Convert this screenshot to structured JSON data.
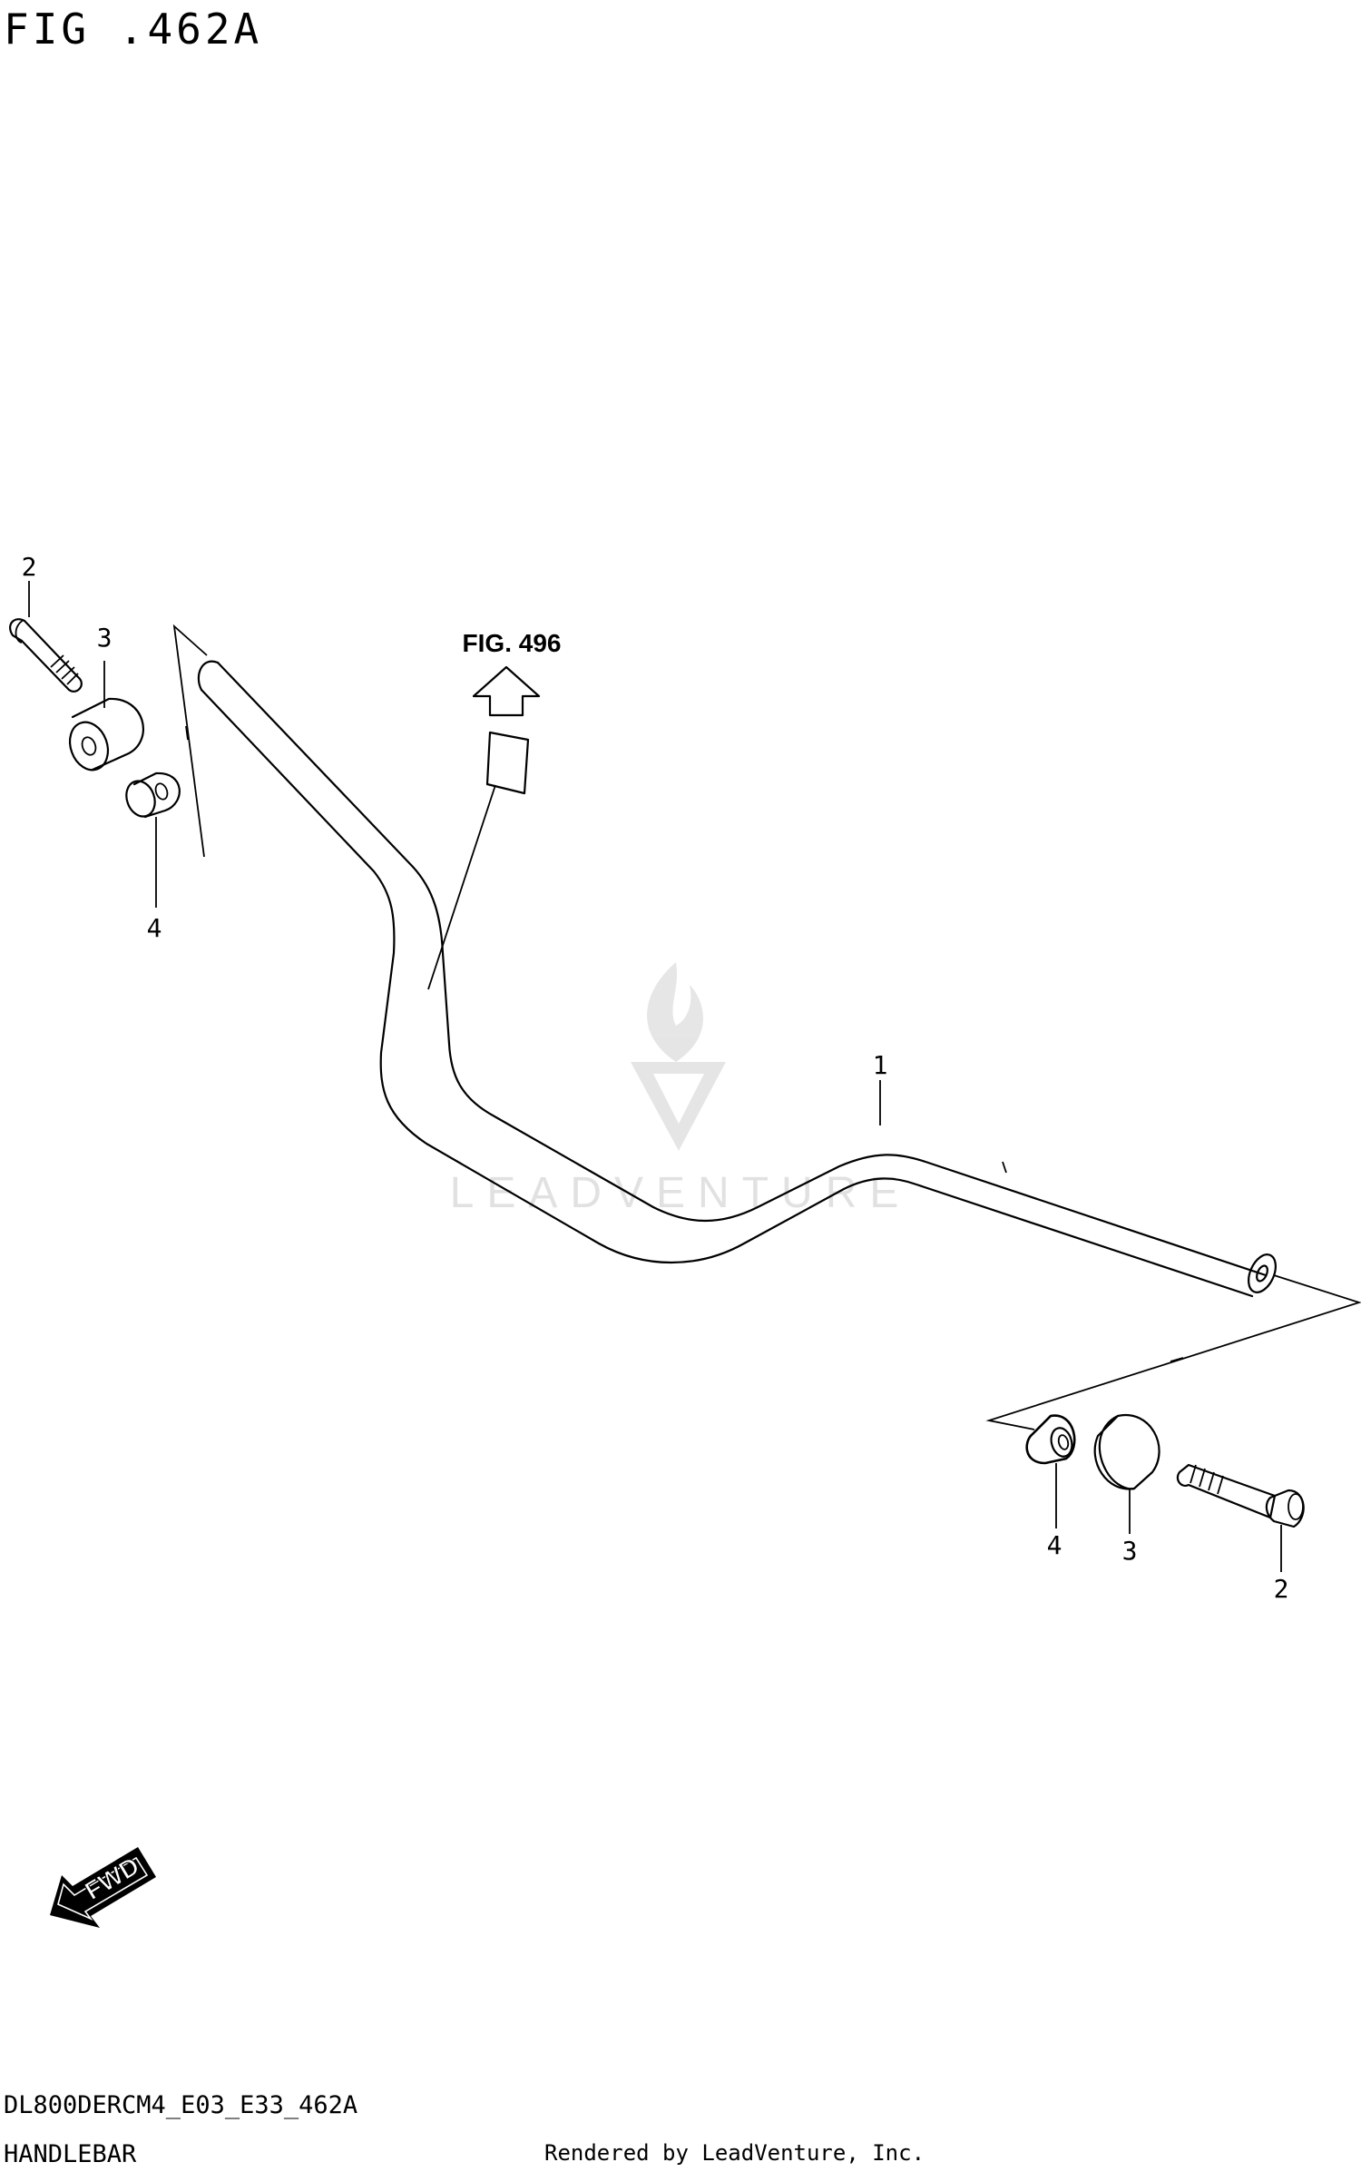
{
  "figure": {
    "title": "FIG .462A",
    "reference_label": "FIG. 496",
    "code": "DL800DERCM4_E03_E33_462A",
    "name": "HANDLEBAR",
    "credit": "Rendered by LeadVenture, Inc.",
    "watermark": "LEADVENTURE",
    "fwd_label": "FWD"
  },
  "callouts": {
    "handlebar": "1",
    "bolt_left": "2",
    "weight_left": "3",
    "cushion_left": "4",
    "cushion_right": "4",
    "weight_right": "3",
    "bolt_right": "2"
  },
  "colors": {
    "ink": "#000000",
    "watermark": "#d9d9d9",
    "paper": "#ffffff"
  }
}
